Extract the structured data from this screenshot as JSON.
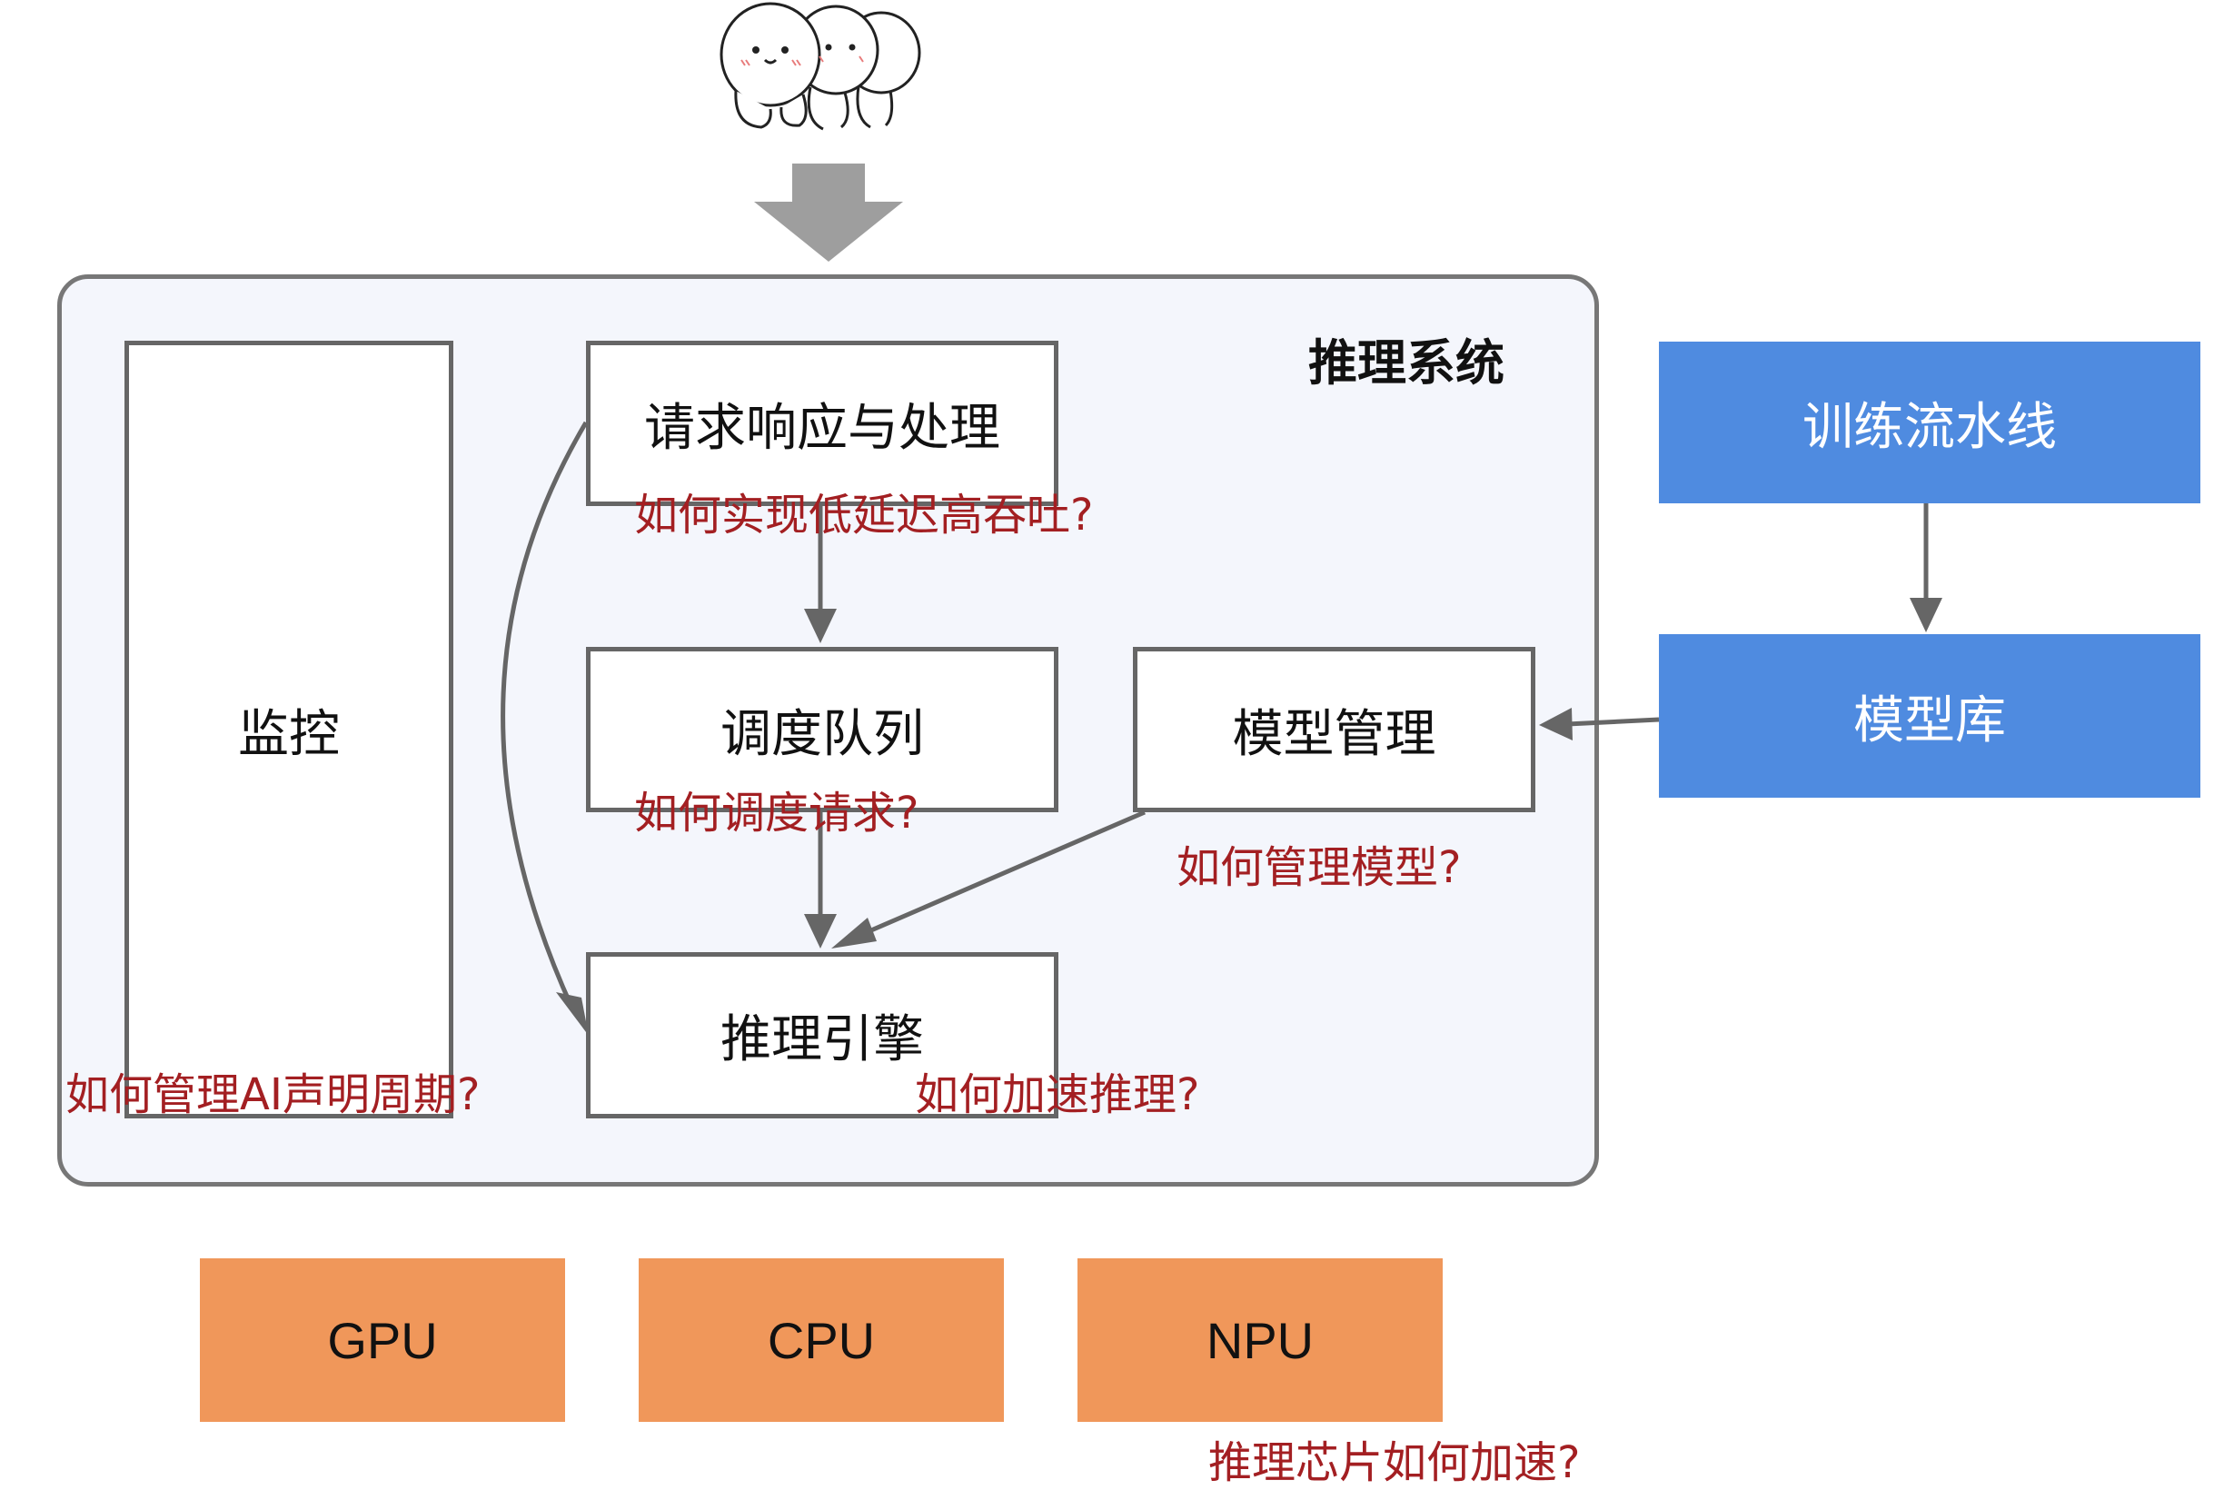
{
  "system": {
    "title": "推理系统"
  },
  "boxes": {
    "monitor": "监控",
    "request": "请求响应与处理",
    "scheduler": "调度队列",
    "model_mgmt": "模型管理",
    "engine": "推理引擎"
  },
  "external": {
    "pipeline": "训练流水线",
    "model_repo": "模型库"
  },
  "hardware": [
    "GPU",
    "CPU",
    "NPU"
  ],
  "questions": {
    "request": "如何实现低延迟高吞吐?",
    "scheduler": "如何调度请求?",
    "model_mgmt": "如何管理模型?",
    "monitor": "如何管理AI声明周期?",
    "engine": "如何加速推理?",
    "hardware": "推理芯片如何加速?"
  },
  "colors": {
    "external": "#4f8be0",
    "hardware": "#f0975a",
    "question": "#a31f22",
    "arrow": "#666666"
  }
}
